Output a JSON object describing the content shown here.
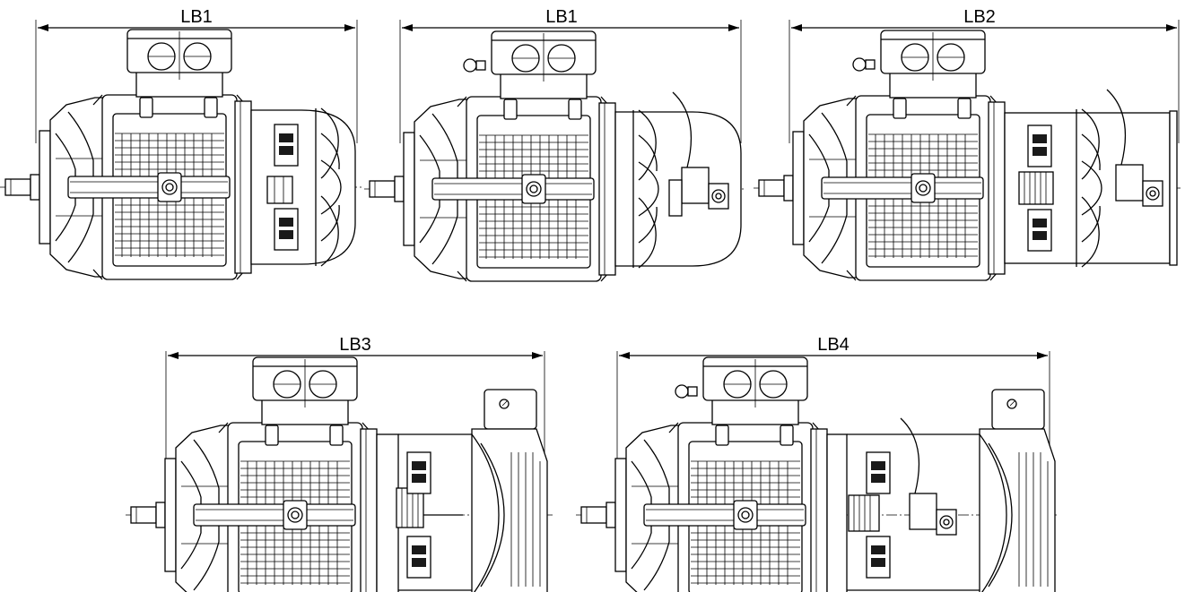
{
  "dimensions": [
    {
      "label": "LB1"
    },
    {
      "label": "LB1"
    },
    {
      "label": "LB2"
    },
    {
      "label": "LB3"
    },
    {
      "label": "LB4"
    }
  ],
  "colors": {
    "line": "#000000",
    "background": "#ffffff"
  }
}
